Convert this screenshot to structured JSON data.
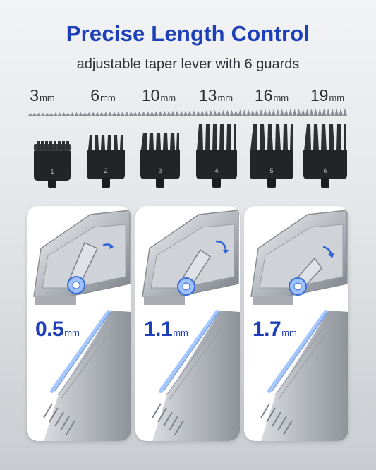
{
  "title": "Precise Length Control",
  "subtitle": "adjustable taper lever with 6 guards",
  "unit": "mm",
  "guards": [
    {
      "value": "3",
      "number": "1"
    },
    {
      "value": "6",
      "number": "2"
    },
    {
      "value": "10",
      "number": "3"
    },
    {
      "value": "13",
      "number": "4"
    },
    {
      "value": "16",
      "number": "5"
    },
    {
      "value": "19",
      "number": "6"
    }
  ],
  "lever_positions": [
    {
      "value": "0.5"
    },
    {
      "value": "1.1"
    },
    {
      "value": "1.7"
    }
  ],
  "colors": {
    "accent": "#1d3fb8",
    "highlight": "#4a8cff",
    "guard": "#2b2b2e"
  },
  "icons": [
    "arrow-right-icon",
    "arrow-rotate-icon",
    "arrow-down-right-icon"
  ]
}
